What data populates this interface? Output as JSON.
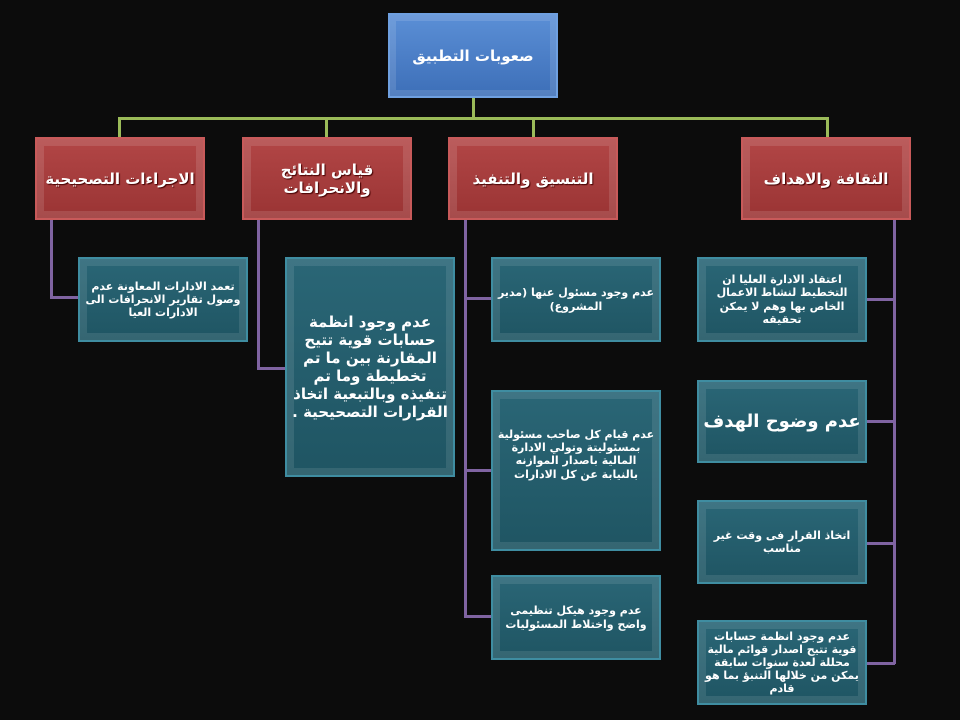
{
  "root": {
    "label": "صعوبات التطبيق"
  },
  "categories": [
    {
      "label": "الاجراءات التصحيحية",
      "items": [
        "تعمد الادارات المعاونة عدم وصول تقارير الانحرافات الى الادارات العيا"
      ]
    },
    {
      "label": "قياس النتائج والانحرافات",
      "items": [
        "عدم وجود انظمة حسابات قوية تتيح المقارنة بين ما تم تخطيطة وما تم تنفيذه وبالتبعية اتخاذ القرارات التصحيحية ."
      ]
    },
    {
      "label": "التنسيق والتنفيذ",
      "items": [
        "عدم وجود مسئول عنها (مدير المشروع)",
        "عدم قيام كل صاحب مسئولية بمسئوليتة وتولي الادارة المالية باصدار الموازنه بالنيابة عن كل الادارات",
        "عدم وجود هيكل تنظيمى واضح واختلاط المسئوليات"
      ]
    },
    {
      "label": "الثقافة والاهداف",
      "items": [
        "اعتقاد الادارة العليا ان التخطيط لنشاط الاعمال الخاص بها وهم لا يمكن تحقيقه",
        "عدم وضوح الهدف",
        "اتخاذ القرار فى وقت غير مناسب",
        "عدم وجود انظمة حسابات قوية تتيح اصدار قوائم مالية محللة لعدة سنوات سابقة يمكن من خلالها التنبؤ بما هو قادم"
      ]
    }
  ],
  "colors": {
    "root": "#4a7ec6",
    "category": "#a33c3c",
    "item": "#245e6d",
    "top_connector": "#9bbb59",
    "item_connector": "#8064a2",
    "background": "#0c0c0c"
  }
}
